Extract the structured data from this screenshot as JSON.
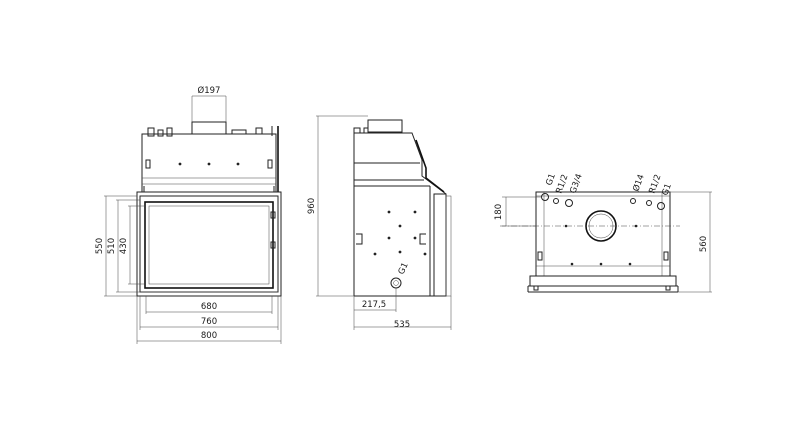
{
  "front_view": {
    "flue_diameter": "Ø197",
    "height_outer": "550",
    "height_mid": "510",
    "height_inner": "430",
    "width_inner": "680",
    "width_mid": "760",
    "width_outer": "800"
  },
  "side_view": {
    "total_height": "960",
    "connection_label": "G1",
    "connection_offset": "217,5",
    "depth": "535"
  },
  "rear_view": {
    "connection_labels": [
      "G1",
      "R1/2",
      "G3/4",
      "Ø14",
      "R1/2",
      "G1"
    ],
    "connection_height": "180",
    "total_height": "560"
  }
}
